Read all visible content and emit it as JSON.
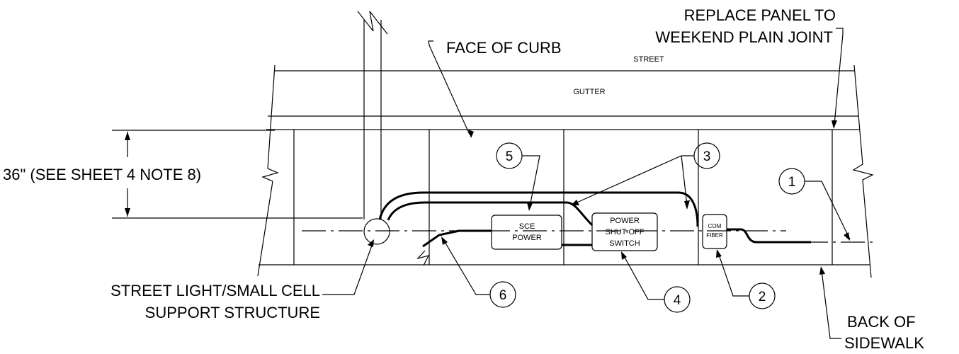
{
  "labels": {
    "face_of_curb": "FACE OF CURB",
    "replace_panel_line1": "REPLACE PANEL TO",
    "replace_panel_line2": "WEEKEND PLAIN JOINT",
    "street": "STREET",
    "gutter": "GUTTER",
    "dimension": "36\" (SEE SHEET 4 NOTE 8)",
    "support_line1": "STREET LIGHT/SMALL CELL",
    "support_line2": "SUPPORT STRUCTURE",
    "back_line1": "BACK OF",
    "back_line2": "SIDEWALK"
  },
  "boxes": {
    "sce_line1": "SCE",
    "sce_line2": "POWER",
    "shutoff_line1": "POWER",
    "shutoff_line2": "SHUT-OFF",
    "shutoff_line3": "SWITCH",
    "com_line1": "COM",
    "com_line2": "FIBER"
  },
  "callouts": [
    "1",
    "2",
    "3",
    "4",
    "5",
    "6"
  ]
}
